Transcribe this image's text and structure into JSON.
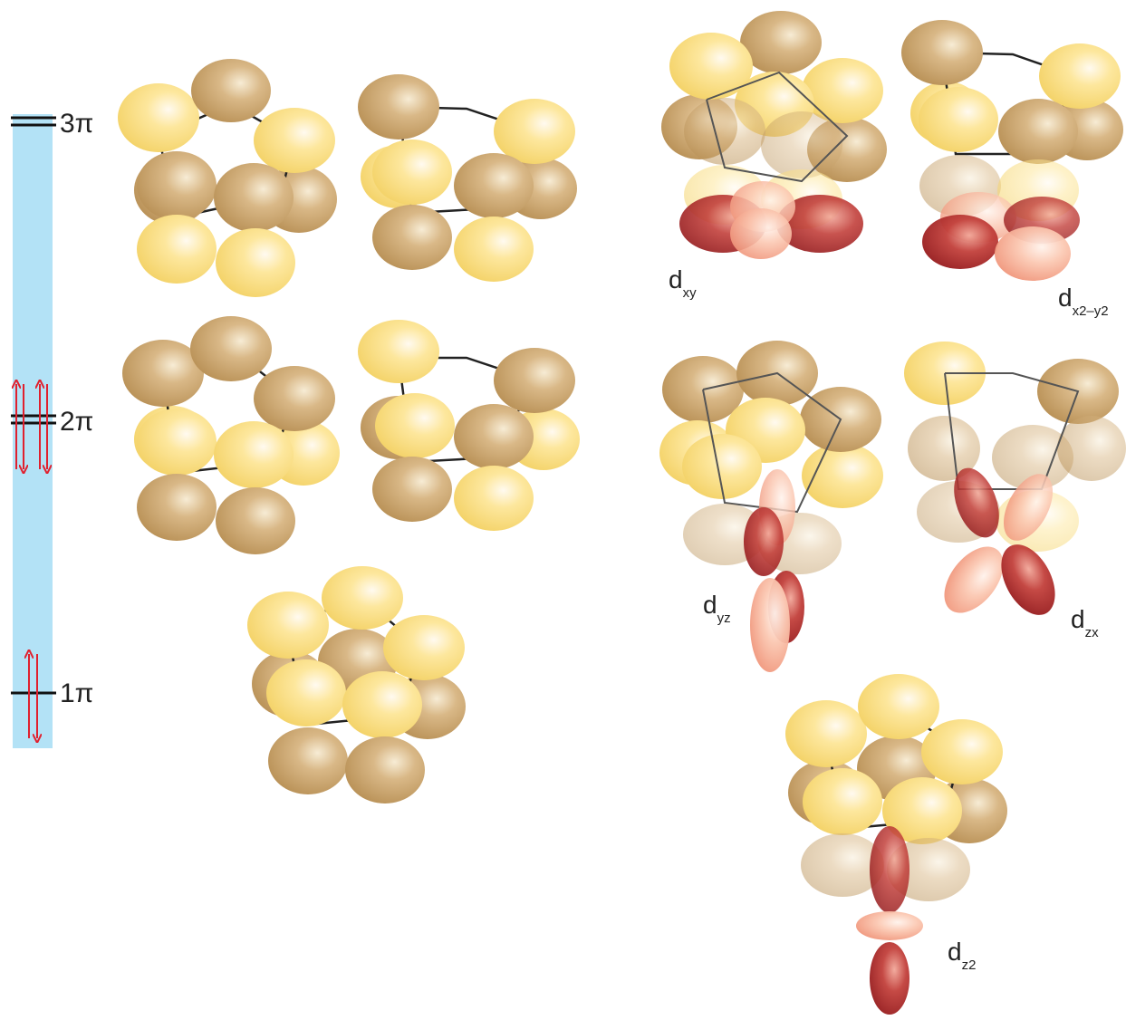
{
  "energy_levels": [
    {
      "label": "3π",
      "electrons": 0
    },
    {
      "label": "2π",
      "electrons": 4
    },
    {
      "label": "1π",
      "electrons": 2
    }
  ],
  "d_orbitals": [
    {
      "main": "d",
      "sub": "xy"
    },
    {
      "main": "d",
      "sub": "x2–y2"
    },
    {
      "main": "d",
      "sub": "yz"
    },
    {
      "main": "d",
      "sub": "zx"
    },
    {
      "main": "d",
      "sub": "z2"
    }
  ],
  "colors": {
    "level_bar": "#b3e2f6",
    "level_line": "#111111",
    "arrow": "#e0202e",
    "lobe_gold": "#c9a267",
    "lobe_yellow": "#fbe38c",
    "lobe_red": "#b42a2c",
    "lobe_pink": "#f8b9a0"
  }
}
